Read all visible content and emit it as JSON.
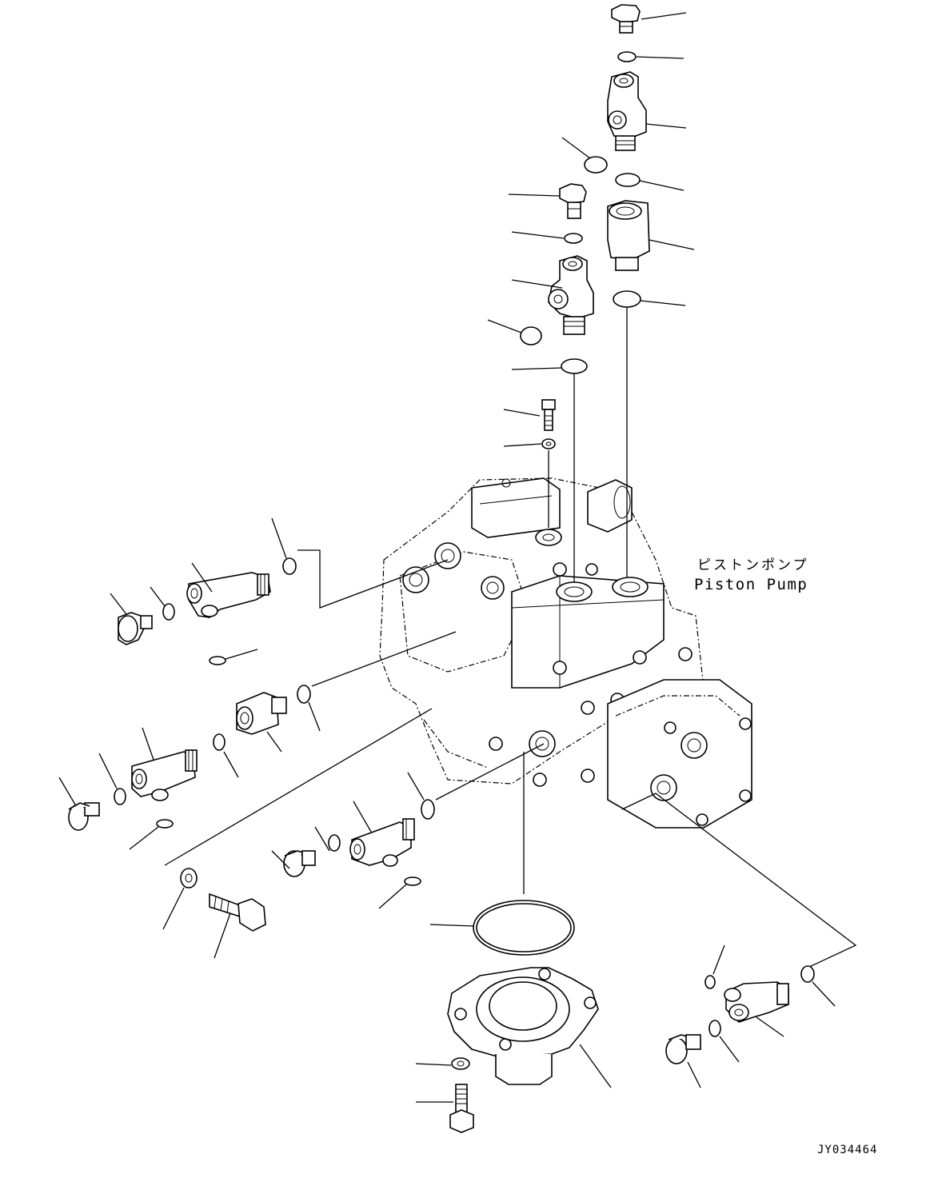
{
  "labels": {
    "pump_name_jp": "ピストンポンプ",
    "pump_name_en": "Piston Pump"
  },
  "drawing_code": "JY034464"
}
